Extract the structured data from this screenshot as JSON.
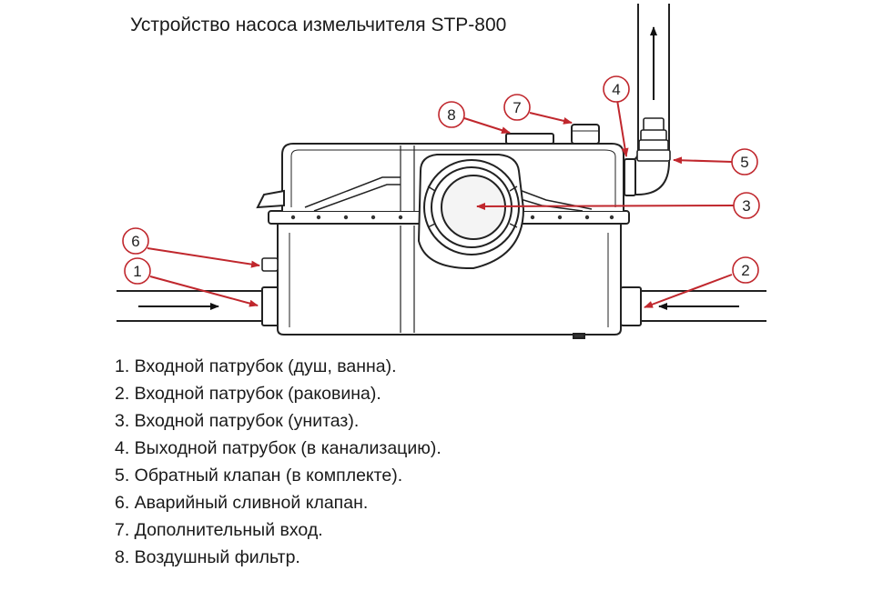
{
  "title": "Устройство насоса измельчителя STP-800",
  "callouts": [
    {
      "number": "1",
      "color": "#c0272d"
    },
    {
      "number": "2",
      "color": "#c0272d"
    },
    {
      "number": "3",
      "color": "#c0272d"
    },
    {
      "number": "4",
      "color": "#c0272d"
    },
    {
      "number": "5",
      "color": "#c0272d"
    },
    {
      "number": "6",
      "color": "#c0272d"
    },
    {
      "number": "7",
      "color": "#c0272d"
    },
    {
      "number": "8",
      "color": "#c0272d"
    }
  ],
  "legend": [
    "1. Входной патрубок (душ, ванна).",
    "2. Входной патрубок (раковина).",
    "3. Входной патрубок  (унитаз).",
    "4. Выходной патрубок (в канализацию).",
    "5. Обратный клапан (в комплекте).",
    "6. Аварийный сливной клапан.",
    "7. Дополнительный вход.",
    "8. Воздушный фильтр."
  ]
}
